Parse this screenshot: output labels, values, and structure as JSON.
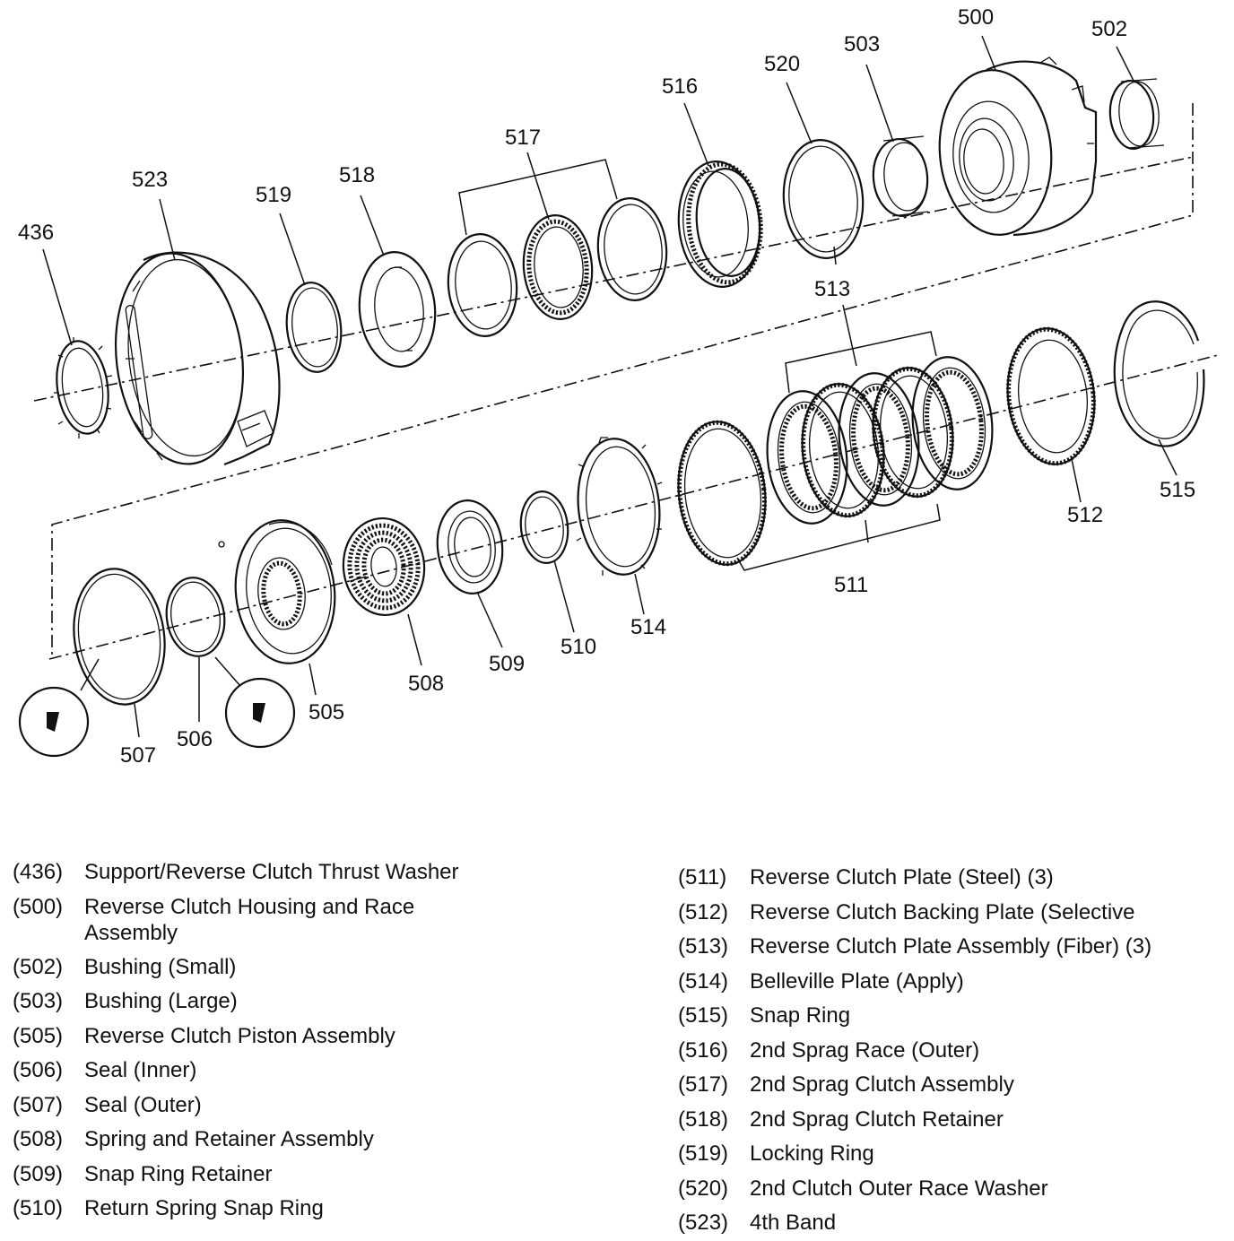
{
  "callouts": {
    "c436": "436",
    "c523": "523",
    "c519": "519",
    "c518": "518",
    "c517": "517",
    "c516": "516",
    "c520": "520",
    "c503": "503",
    "c500": "500",
    "c502": "502",
    "c513": "513",
    "c512": "512",
    "c515": "515",
    "c511": "511",
    "c514": "514",
    "c510": "510",
    "c509": "509",
    "c508": "508",
    "c505": "505",
    "c506": "506",
    "c507": "507"
  },
  "legend_left": [
    {
      "code": "(436)",
      "desc": "Support/Reverse Clutch Thrust Washer"
    },
    {
      "code": "(500)",
      "desc": "Reverse Clutch Housing and Race Assembly"
    },
    {
      "code": "(502)",
      "desc": "Bushing (Small)"
    },
    {
      "code": "(503)",
      "desc": "Bushing (Large)"
    },
    {
      "code": "(505)",
      "desc": "Reverse Clutch Piston Assembly"
    },
    {
      "code": "(506)",
      "desc": "Seal (Inner)"
    },
    {
      "code": "(507)",
      "desc": "Seal (Outer)"
    },
    {
      "code": "(508)",
      "desc": "Spring and Retainer Assembly"
    },
    {
      "code": "(509)",
      "desc": "Snap Ring Retainer"
    },
    {
      "code": "(510)",
      "desc": "Return Spring Snap Ring"
    }
  ],
  "legend_right": [
    {
      "code": "(511)",
      "desc": "Reverse Clutch Plate (Steel) (3)"
    },
    {
      "code": "(512)",
      "desc": "Reverse Clutch Backing Plate (Selective"
    },
    {
      "code": "(513)",
      "desc": "Reverse Clutch Plate Assembly (Fiber) (3)"
    },
    {
      "code": "(514)",
      "desc": "Belleville Plate (Apply)"
    },
    {
      "code": "(515)",
      "desc": "Snap Ring"
    },
    {
      "code": "(516)",
      "desc": "2nd Sprag Race (Outer)"
    },
    {
      "code": "(517)",
      "desc": "2nd Sprag Clutch Assembly"
    },
    {
      "code": "(518)",
      "desc": "2nd Sprag Clutch Retainer"
    },
    {
      "code": "(519)",
      "desc": "Locking Ring"
    },
    {
      "code": "(520)",
      "desc": "2nd Clutch Outer Race Washer"
    },
    {
      "code": "(523)",
      "desc": "4th Band"
    }
  ]
}
